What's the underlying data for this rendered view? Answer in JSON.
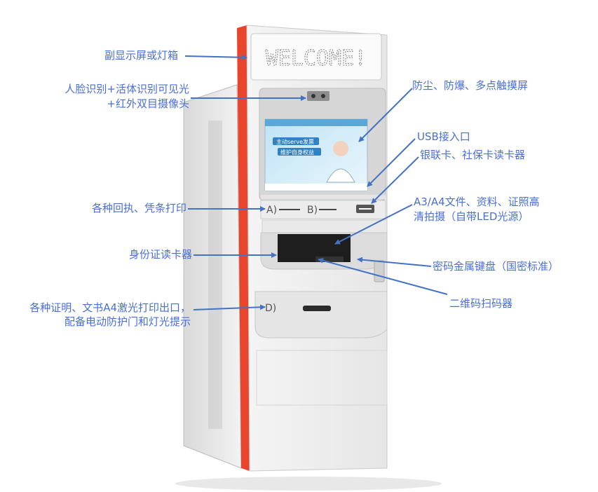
{
  "marquee_text": "WELCOME!",
  "screen": {
    "headline_line1": "主动serve发票",
    "headline_line2": "维护自身权益"
  },
  "slot_labels": {
    "a": "A)",
    "b": "B)",
    "d": "D)"
  },
  "callouts": {
    "sub_display": "副显示屏或灯箱",
    "camera_line1": "人脸识别+活体识别可见光",
    "camera_line2": "+红外双目摄像头",
    "touchscreen": "防尘、防爆、多点触摸屏",
    "usb": "USB接入口",
    "card_reader": "银联卡、社保卡读卡器",
    "receipt_print": "各种回执、凭条打印",
    "scanner_line1": "A3/A4文件、资料、证照高",
    "scanner_line2": "清拍摄（自带LED光源）",
    "id_reader": "身份证读卡器",
    "pinpad": "密码金属键盘（国密标准）",
    "qr": "二维码扫码器",
    "a4_line1": "各种证明、文书A4激光打印出口，",
    "a4_line2": "配备电动防护门和灯光提示"
  },
  "colors": {
    "callout": "#4a6fd6",
    "arrow": "#4472c4",
    "accent_red": "#e8452c"
  }
}
